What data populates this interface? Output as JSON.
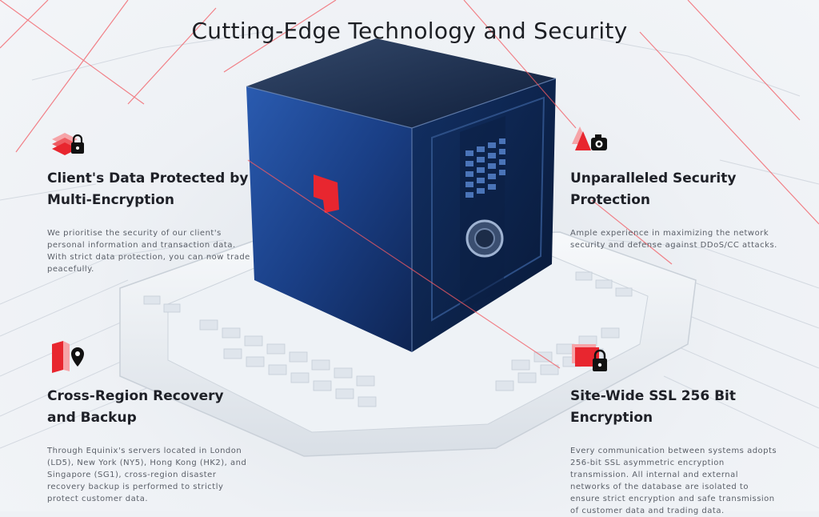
{
  "page": {
    "title": "Cutting-Edge Technology and Security"
  },
  "features": [
    {
      "icon": "layers-lock-icon",
      "title": "Client's Data Protected by Multi-Encryption",
      "description": "We prioritise the security of our client's personal information and transaction data. With strict data protection, you can now trade peacefully."
    },
    {
      "icon": "warning-camera-icon",
      "title": "Unparalleled Security Protection",
      "description": "Ample experience in maximizing the network security and defense against DDoS/CC attacks."
    },
    {
      "icon": "map-pin-icon",
      "title": "Cross-Region Recovery and Backup",
      "description": "Through Equinix's servers located in London (LD5), New York (NY5), Hong Kong (HK2), and Singapore (SG1), cross-region disaster recovery backup is performed to strictly protect customer data."
    },
    {
      "icon": "window-lock-icon",
      "title": "Site-Wide SSL 256 Bit Encryption",
      "description": "Every communication between systems adopts 256-bit SSL asymmetric encryption transmission. All internal and external networks of the database are isolated to ensure strict encryption and safe transmission of customer data and trading data."
    }
  ],
  "colors": {
    "accent": "#e8262f",
    "safe": "#1a3a6e",
    "text": "#1e2027"
  }
}
